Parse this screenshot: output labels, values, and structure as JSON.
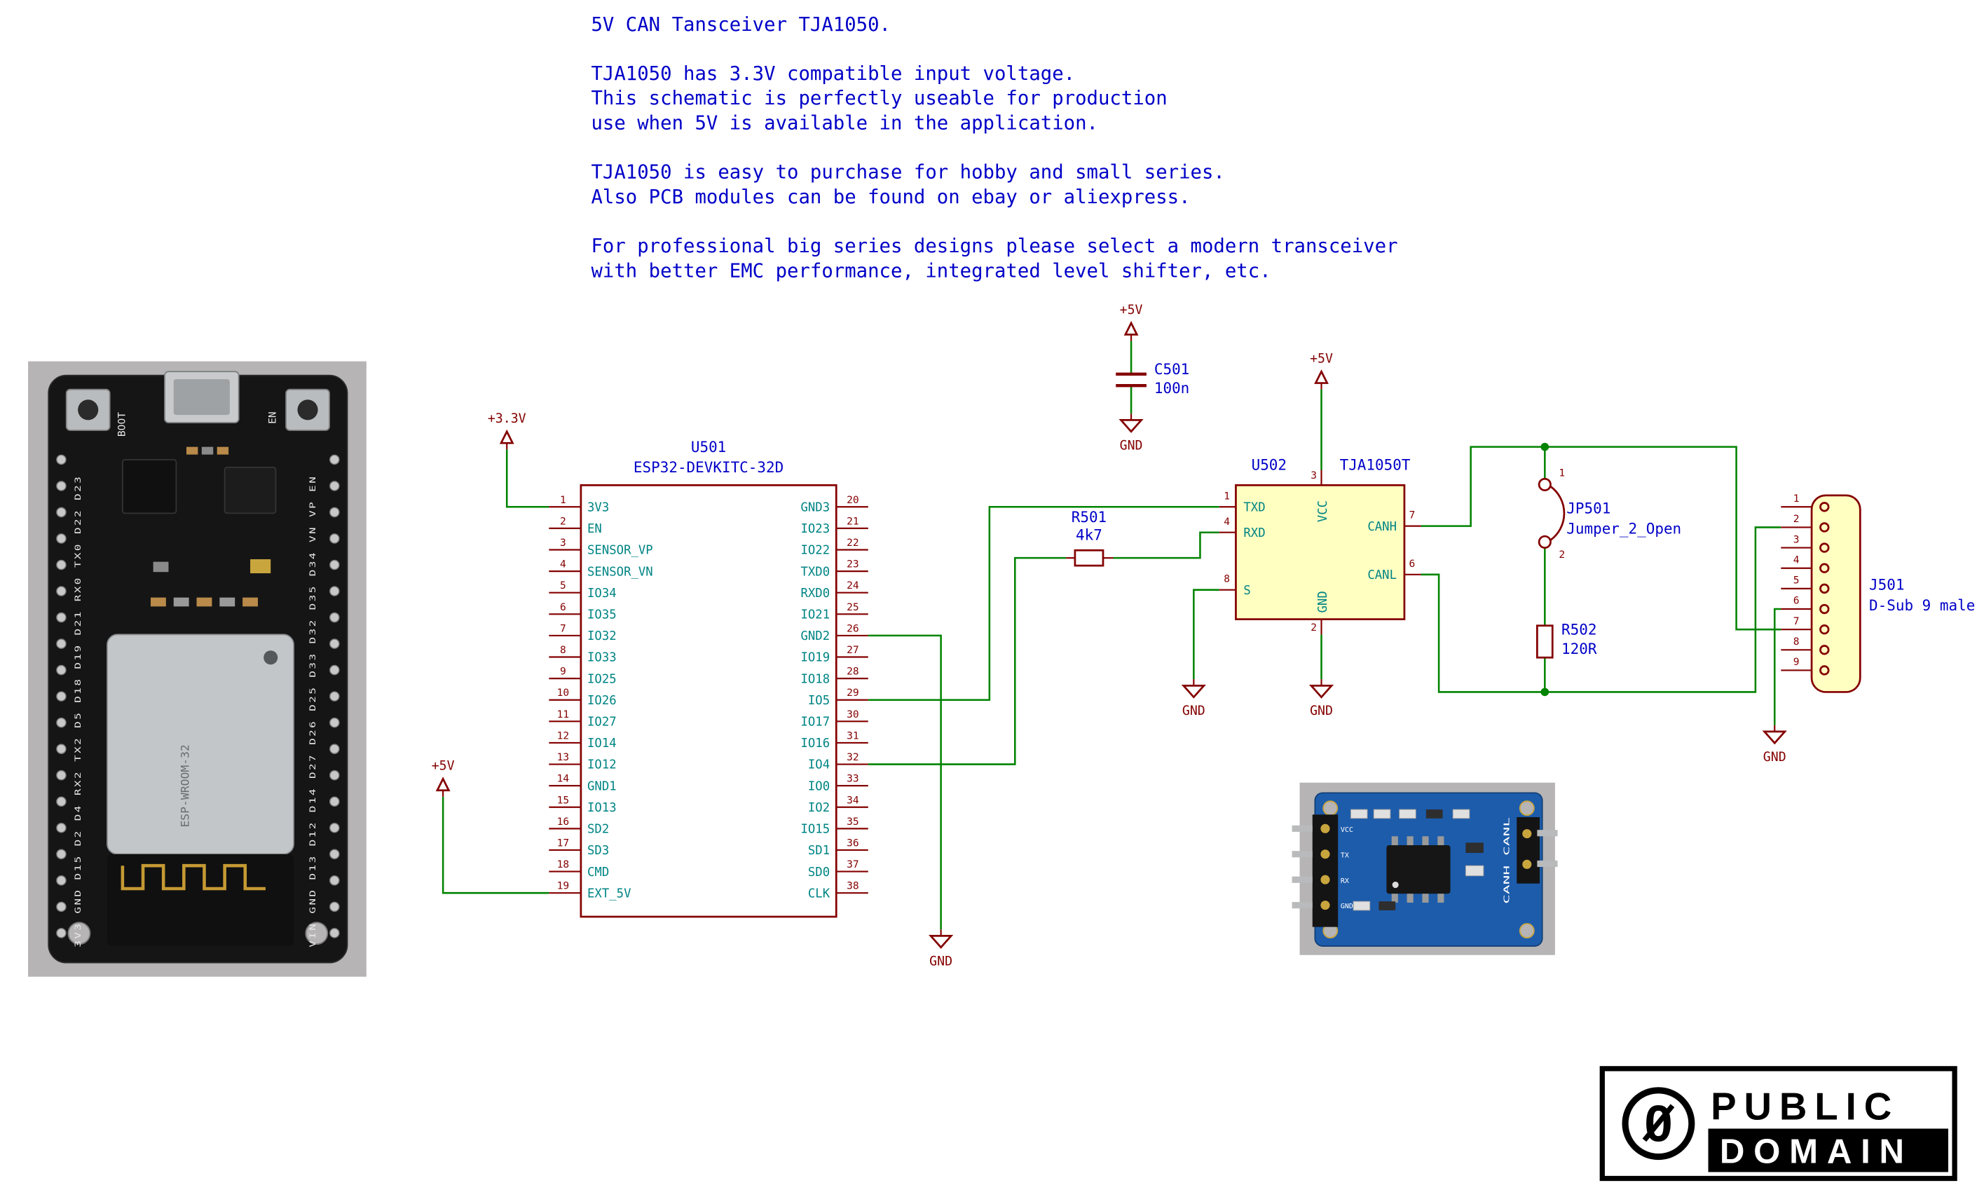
{
  "colors": {
    "wire": "#008400",
    "symbol": "#840000",
    "pin_name": "#008484",
    "ref_value": "#0000C8",
    "notes_color": "#0000C8",
    "body_fill": "#FFFFC2"
  },
  "notes": {
    "lines": [
      "5V CAN Tansceiver TJA1050.",
      "",
      "TJA1050 has 3.3V compatible input voltage.",
      "This schematic is perfectly useable for production",
      "use when 5V is available in the application.",
      "",
      "TJA1050 is easy to purchase for hobby and small series.",
      "Also PCB modules can be found on ebay or aliexpress.",
      "",
      "For professional big series designs please select a modern transceiver",
      "with better EMC performance, integrated level shifter, etc."
    ]
  },
  "power": {
    "p3v3": "+3.3V",
    "p5v": "+5V",
    "gnd": "GND"
  },
  "esp32": {
    "ref": "U501",
    "value": "ESP32-DEVKITC-32D",
    "left_pins": [
      {
        "num": 1,
        "name": "3V3"
      },
      {
        "num": 2,
        "name": "EN"
      },
      {
        "num": 3,
        "name": "SENSOR_VP"
      },
      {
        "num": 4,
        "name": "SENSOR_VN"
      },
      {
        "num": 5,
        "name": "IO34"
      },
      {
        "num": 6,
        "name": "IO35"
      },
      {
        "num": 7,
        "name": "IO32"
      },
      {
        "num": 8,
        "name": "IO33"
      },
      {
        "num": 9,
        "name": "IO25"
      },
      {
        "num": 10,
        "name": "IO26"
      },
      {
        "num": 11,
        "name": "IO27"
      },
      {
        "num": 12,
        "name": "IO14"
      },
      {
        "num": 13,
        "name": "IO12"
      },
      {
        "num": 14,
        "name": "GND1"
      },
      {
        "num": 15,
        "name": "IO13"
      },
      {
        "num": 16,
        "name": "SD2"
      },
      {
        "num": 17,
        "name": "SD3"
      },
      {
        "num": 18,
        "name": "CMD"
      },
      {
        "num": 19,
        "name": "EXT_5V"
      }
    ],
    "right_pins": [
      {
        "num": 20,
        "name": "GND3"
      },
      {
        "num": 21,
        "name": "IO23"
      },
      {
        "num": 22,
        "name": "IO22"
      },
      {
        "num": 23,
        "name": "TXD0"
      },
      {
        "num": 24,
        "name": "RXD0"
      },
      {
        "num": 25,
        "name": "IO21"
      },
      {
        "num": 26,
        "name": "GND2"
      },
      {
        "num": 27,
        "name": "IO19"
      },
      {
        "num": 28,
        "name": "IO18"
      },
      {
        "num": 29,
        "name": "IO5"
      },
      {
        "num": 30,
        "name": "IO17"
      },
      {
        "num": 31,
        "name": "IO16"
      },
      {
        "num": 32,
        "name": "IO4"
      },
      {
        "num": 33,
        "name": "IO0"
      },
      {
        "num": 34,
        "name": "IO2"
      },
      {
        "num": 35,
        "name": "IO15"
      },
      {
        "num": 36,
        "name": "SD1"
      },
      {
        "num": 37,
        "name": "SD0"
      },
      {
        "num": 38,
        "name": "CLK"
      }
    ]
  },
  "transceiver": {
    "ref": "U502",
    "value": "TJA1050T",
    "pins": {
      "txd": {
        "num": 1,
        "name": "TXD"
      },
      "rxd": {
        "num": 4,
        "name": "RXD"
      },
      "s": {
        "num": 8,
        "name": "S"
      },
      "vcc": {
        "num": 3,
        "name": "VCC"
      },
      "gnd": {
        "num": 2,
        "name": "GND"
      },
      "canh": {
        "num": 7,
        "name": "CANH"
      },
      "canl": {
        "num": 6,
        "name": "CANL"
      }
    }
  },
  "r501": {
    "ref": "R501",
    "value": "4k7"
  },
  "r502": {
    "ref": "R502",
    "value": "120R"
  },
  "c501": {
    "ref": "C501",
    "value": "100n"
  },
  "jp501": {
    "ref": "JP501",
    "value": "Jumper_2_Open",
    "pin_numbers": [
      "1",
      "2"
    ]
  },
  "j501": {
    "ref": "J501",
    "value": "D-Sub 9 male",
    "pins": [
      1,
      2,
      3,
      4,
      5,
      6,
      7,
      8,
      9
    ]
  },
  "photos": {
    "esp32_board": {
      "button_left": "BOOT",
      "button_right": "EN",
      "module": "ESP-WROOM-32",
      "left_edge": "3V3 GND D15 D2 D4 RX2 TX2 D5 D18 D19 D21 RX0 TX0 D22 D23",
      "right_edge": "VIN GND D13 D12 D14 D27 D26 D25 D33 D32 D35 D34 VN VP EN"
    },
    "can_module": {
      "pin_labels": [
        "VCC",
        "TX",
        "RX",
        "GND"
      ],
      "bus_labels": "CANH CANL"
    }
  },
  "license": {
    "word1": "PUBLIC",
    "word2": "DOMAIN",
    "zero": "0"
  }
}
